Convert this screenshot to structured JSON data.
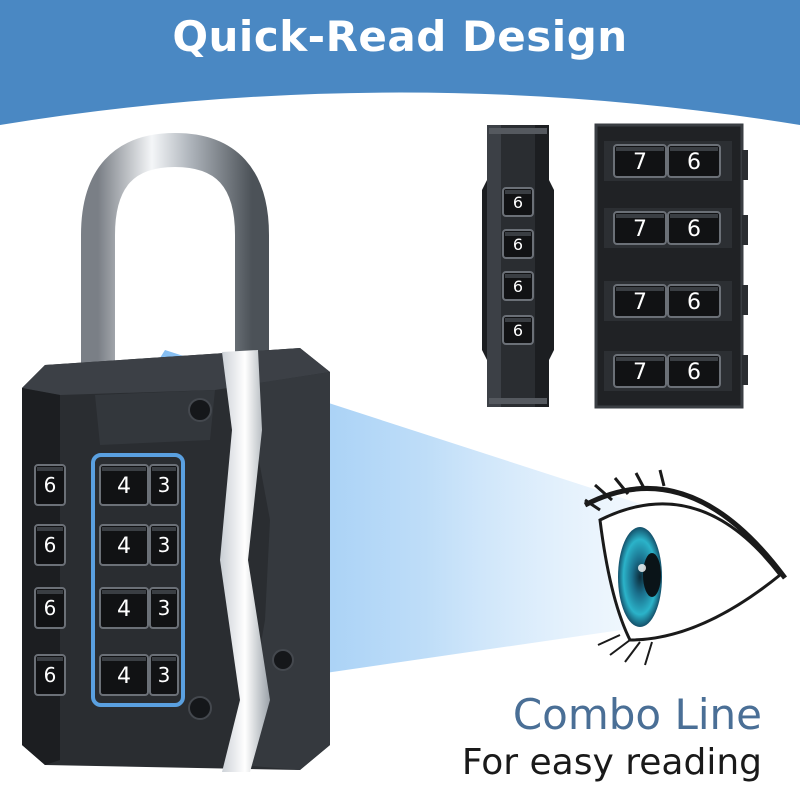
{
  "banner": {
    "title": "Quick-Read Design",
    "color": "#4a88c3"
  },
  "lock": {
    "side_digit": "6",
    "front_digit_a": "4",
    "front_digit_b": "3",
    "body_color": "#2a2d31",
    "highlight_color": "#5aa0e0"
  },
  "side_view": {
    "digit": "6",
    "wheel_count": 4
  },
  "back_view": {
    "digit_a": "7",
    "digit_b": "6",
    "row_count": 4
  },
  "caption": {
    "title": "Combo Line",
    "subtitle": "For easy reading",
    "title_color": "#4a6f96"
  }
}
